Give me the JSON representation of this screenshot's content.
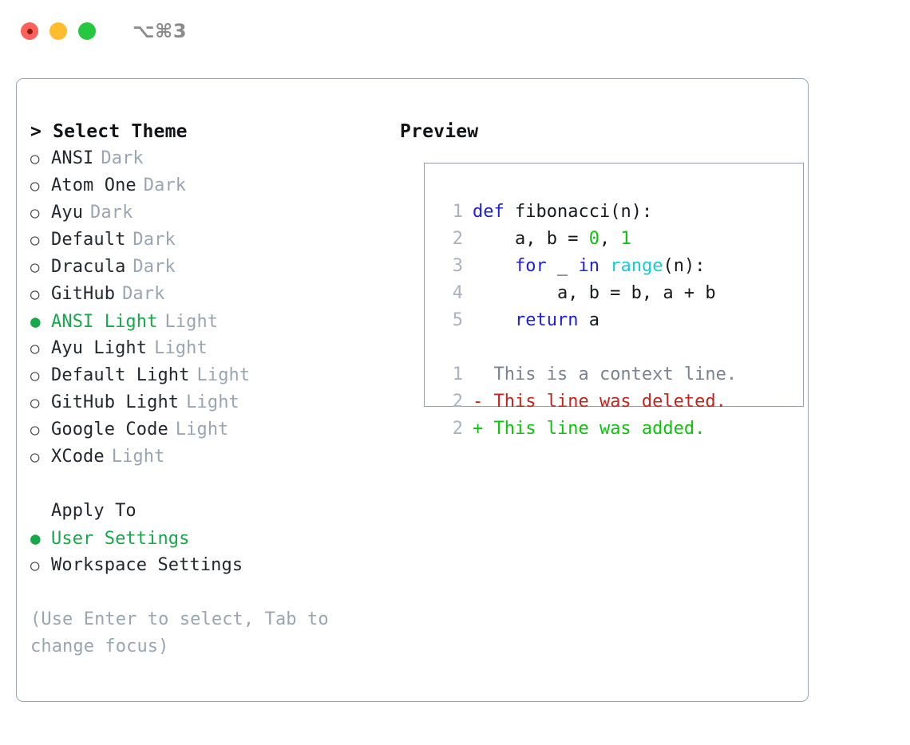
{
  "titlebar": {
    "shortcut": "⌥⌘3",
    "buttons": [
      {
        "name": "close",
        "color": "#ff6059"
      },
      {
        "name": "minimize",
        "color": "#ffbd2e"
      },
      {
        "name": "maximize",
        "color": "#26c83f"
      }
    ]
  },
  "theme_picker": {
    "title": "> Select Theme",
    "options": [
      {
        "marker": "○",
        "label": "ANSI",
        "category": "Dark",
        "selected": false
      },
      {
        "marker": "○",
        "label": "Atom One",
        "category": "Dark",
        "selected": false
      },
      {
        "marker": "○",
        "label": "Ayu",
        "category": "Dark",
        "selected": false
      },
      {
        "marker": "○",
        "label": "Default",
        "category": "Dark",
        "selected": false
      },
      {
        "marker": "○",
        "label": "Dracula",
        "category": "Dark",
        "selected": false
      },
      {
        "marker": "○",
        "label": "GitHub",
        "category": "Dark",
        "selected": false
      },
      {
        "marker": "●",
        "label": "ANSI Light",
        "category": "Light",
        "selected": true
      },
      {
        "marker": "○",
        "label": "Ayu Light",
        "category": "Light",
        "selected": false
      },
      {
        "marker": "○",
        "label": "Default Light",
        "category": "Light",
        "selected": false
      },
      {
        "marker": "○",
        "label": "GitHub Light",
        "category": "Light",
        "selected": false
      },
      {
        "marker": "○",
        "label": "Google Code",
        "category": "Light",
        "selected": false
      },
      {
        "marker": "○",
        "label": "XCode",
        "category": "Light",
        "selected": false
      }
    ]
  },
  "apply_to": {
    "title": "Apply To",
    "options": [
      {
        "marker": "●",
        "label": "User Settings",
        "selected": true
      },
      {
        "marker": "○",
        "label": "Workspace Settings",
        "selected": false
      }
    ]
  },
  "hint": "(Use Enter to select, Tab to change focus)",
  "preview": {
    "title": "Preview",
    "code_lines": [
      {
        "no": "1",
        "tokens": [
          {
            "t": "def",
            "c": "kw"
          },
          {
            "t": " ",
            "c": "punc"
          },
          {
            "t": "fibonacci",
            "c": "id"
          },
          {
            "t": "(n):",
            "c": "punc"
          }
        ]
      },
      {
        "no": "2",
        "tokens": [
          {
            "t": "    a, b = ",
            "c": "id"
          },
          {
            "t": "0",
            "c": "num"
          },
          {
            "t": ", ",
            "c": "punc"
          },
          {
            "t": "1",
            "c": "num"
          }
        ]
      },
      {
        "no": "3",
        "tokens": [
          {
            "t": "    ",
            "c": "punc"
          },
          {
            "t": "for",
            "c": "kw"
          },
          {
            "t": " _ ",
            "c": "id"
          },
          {
            "t": "in",
            "c": "kw"
          },
          {
            "t": " ",
            "c": "punc"
          },
          {
            "t": "range",
            "c": "fn"
          },
          {
            "t": "(n):",
            "c": "punc"
          }
        ]
      },
      {
        "no": "4",
        "tokens": [
          {
            "t": "        a, b = b, a + b",
            "c": "id"
          }
        ]
      },
      {
        "no": "5",
        "tokens": [
          {
            "t": "    ",
            "c": "punc"
          },
          {
            "t": "return",
            "c": "kw"
          },
          {
            "t": " a",
            "c": "id"
          }
        ]
      }
    ],
    "diff_lines": [
      {
        "no": "1",
        "sign": " ",
        "text": " This is a context line.",
        "kind": "ctx"
      },
      {
        "no": "2",
        "sign": "-",
        "text": " This line was deleted.",
        "kind": "del"
      },
      {
        "no": "2",
        "sign": "+",
        "text": " This line was added.",
        "kind": "add"
      }
    ]
  },
  "colors": {
    "accent_green": "#16a84a",
    "keyword_blue": "#1f1fd8",
    "function_cyan": "#12cdd4",
    "number_green": "#0ac40a",
    "diff_delete_red": "#c3241b",
    "diff_add_green": "#0ac40a",
    "muted_gray": "#9aa5b2",
    "border_gray": "#9aa5b1"
  }
}
